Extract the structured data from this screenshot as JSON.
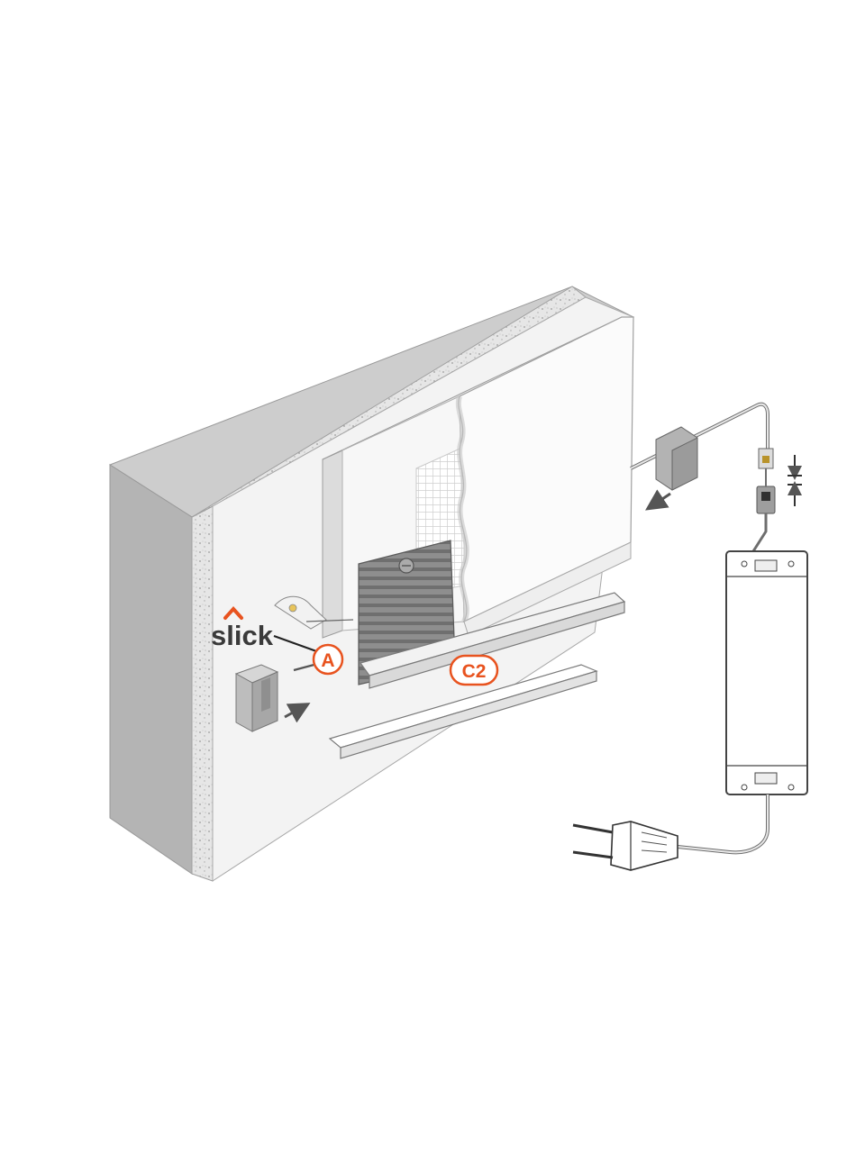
{
  "brand": {
    "text": "slick",
    "accent_color": "#e8531f",
    "text_color": "#3a3a3a"
  },
  "callouts": [
    {
      "id": "A",
      "label": "A"
    },
    {
      "id": "C2",
      "label": "C2"
    }
  ],
  "colors": {
    "callout": "#e8531f",
    "wall_front": "#f4f4f4",
    "wall_side": "#b9b9b9",
    "wall_top": "#cfcfcf",
    "concrete": "#e2e2e2",
    "panel": "#fbfbfb",
    "grooved_profile": "#8a8a8a",
    "line": "#555555"
  }
}
